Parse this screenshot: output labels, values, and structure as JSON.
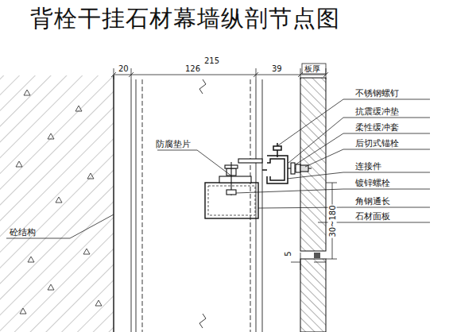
{
  "diagram": {
    "title": "背栓干挂石材幕墙纵剖节点图",
    "labels": [
      "215",
      "20",
      "126",
      "39",
      "板厚",
      "不锈钢螺钉",
      "抗震缓冲垫",
      "柔性缓冲套",
      "后切式锚栓",
      "防腐垫片",
      "连接件",
      "镀锌螺栓",
      "角钢通长",
      "石材面板",
      "30~180",
      "砼结构",
      "5"
    ]
  }
}
